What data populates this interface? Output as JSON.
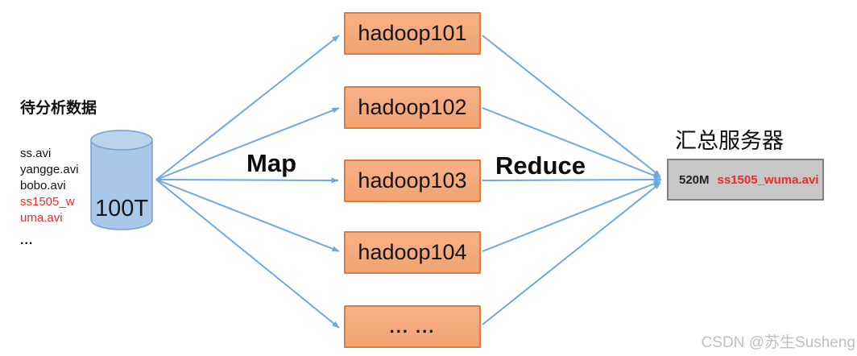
{
  "source": {
    "title": "待分析数据",
    "files": [
      {
        "name": "ss.avi",
        "color": "black"
      },
      {
        "name": "yangge.avi",
        "color": "black"
      },
      {
        "name": "bobo.avi",
        "color": "black"
      },
      {
        "name": "ss1505_w",
        "color": "red"
      },
      {
        "name": "uma.avi",
        "color": "red"
      }
    ],
    "more": "...",
    "cylinder_label": "100T"
  },
  "map_label": "Map",
  "reduce_label": "Reduce",
  "nodes": [
    "hadoop101",
    "hadoop102",
    "hadoop103",
    "hadoop104",
    "... ..."
  ],
  "sink": {
    "title": "汇总服务器",
    "size": "520M",
    "file": "ss1505_wuma.avi"
  },
  "watermark": "CSDN @苏生Susheng",
  "colors": {
    "arrow": "#6FA8DC",
    "node_fill": "#F2A371",
    "node_fill_light": "#F7B189",
    "node_border": "#DE7B40",
    "cylinder_fill": "#A9C7E8",
    "cylinder_top_fill": "#BCD3EE",
    "cylinder_border": "#76A3CF",
    "sink_fill": "#C7C7C7",
    "sink_border": "#7F7F7F",
    "red_text": "#E82C2F",
    "watermark": "#BFBFBF",
    "text": "#111111"
  }
}
